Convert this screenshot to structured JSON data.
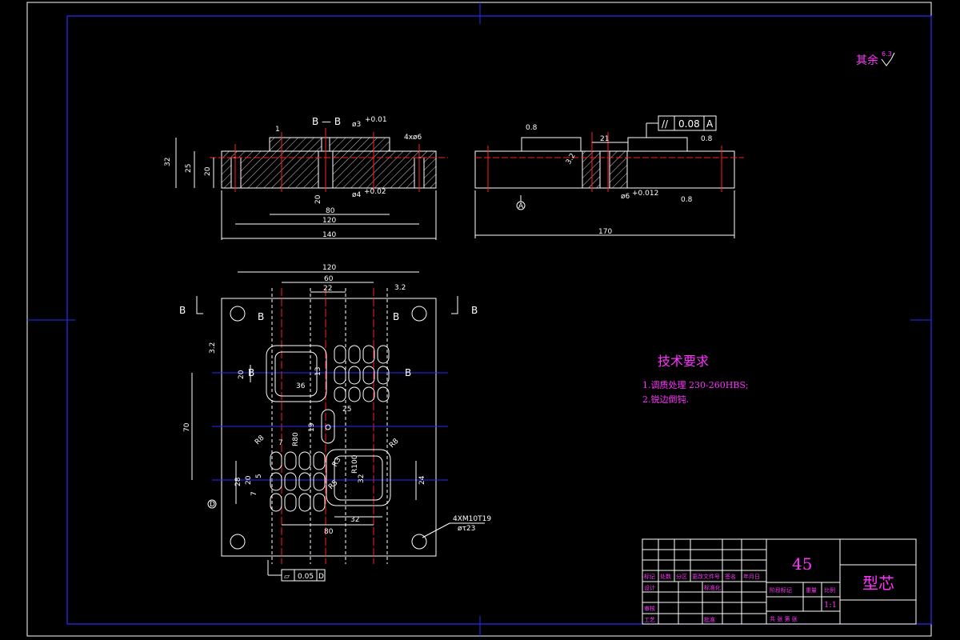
{
  "roughness": {
    "label": "其余",
    "value": "6.3"
  },
  "tech": {
    "title": "技术要求",
    "lines": [
      "1.调质处理 230-260HBS;",
      "2.锐边倒钝."
    ]
  },
  "section_label": "B — B",
  "top_view": {
    "dims": [
      "32",
      "25",
      "20",
      "20",
      "80",
      "120",
      "140",
      "4xø6",
      "1"
    ],
    "dia_top": "ø3",
    "dia_top_tol": "+0.01",
    "dia_bot": "ø4",
    "dia_bot_tol": "+0.02"
  },
  "side_view": {
    "tol_sym": "//",
    "tol_val": "0.08",
    "tol_ref": "A",
    "dims": [
      "21",
      "170",
      "0.8",
      "0.8",
      "0.8",
      "3.2",
      "A"
    ],
    "dia": "ø6",
    "dia_tol": "+0.012"
  },
  "plan_view": {
    "dims": [
      "120",
      "60",
      "22",
      "3.2",
      "3.2",
      "20",
      "70",
      "36",
      "13",
      "25",
      "R80",
      "7",
      "19",
      "R8",
      "R8",
      "R100",
      "32",
      "28",
      "20",
      "7",
      "5",
      "R3",
      "R5",
      "24",
      "80",
      "32"
    ],
    "cuts": [
      "B",
      "B",
      "B",
      "B",
      "B",
      "B"
    ],
    "note1": "4XM10T19",
    "note2": "øτ23",
    "flat_sym": "⏥",
    "flat_val": "0.05",
    "flat_ref": "D",
    "datum": "D"
  },
  "title_block": {
    "material": "45",
    "part_name": "型芯",
    "scale": "1:1",
    "headers": [
      "标记",
      "处数",
      "分区",
      "更改文件号",
      "签名",
      "年月日"
    ],
    "rows": [
      "设计",
      "标准化",
      "审核",
      "工艺",
      "批准"
    ],
    "right_labels": [
      "阶段标记",
      "重量",
      "比例"
    ],
    "sheet": "共  张 第  张"
  }
}
